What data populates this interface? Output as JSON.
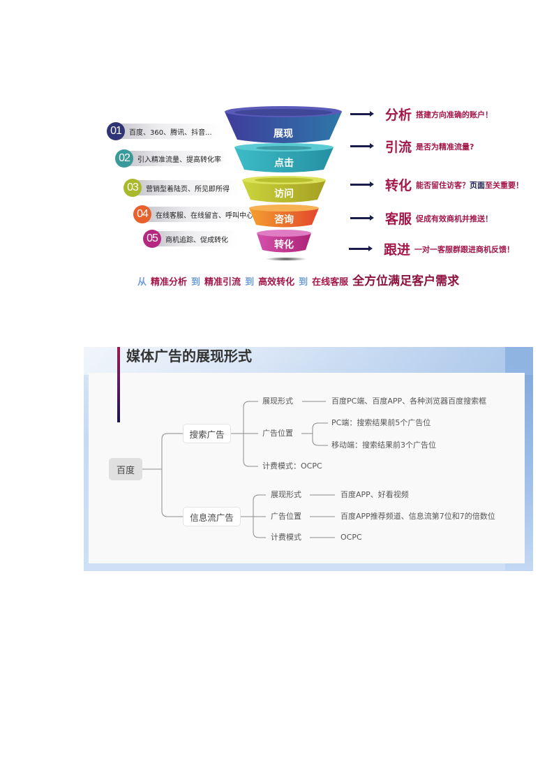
{
  "funnel": {
    "steps": [
      {
        "num": "01",
        "text": "百度、360、腾讯、抖音...",
        "color": "#2f3477"
      },
      {
        "num": "02",
        "text": "引入精准流量、提高转化率",
        "color": "#3a9a9a"
      },
      {
        "num": "03",
        "text": "营销型着陆页、所见即所得",
        "color": "#a9b92a"
      },
      {
        "num": "04",
        "text": "在线客服、在线留言、呼叫中心",
        "color": "#e8612c"
      },
      {
        "num": "05",
        "text": "商机追踪、促成转化",
        "color": "#b4287f"
      }
    ],
    "layers": [
      {
        "label": "展现",
        "color_top": "#4b4aa8",
        "color_bottom": "#2f6aa0"
      },
      {
        "label": "点击",
        "color_top": "#3bb4c0",
        "color_bottom": "#2a93a3"
      },
      {
        "label": "访问",
        "color_top": "#c8d23a",
        "color_bottom": "#a9a624"
      },
      {
        "label": "咨询",
        "color_top": "#f29a2e",
        "color_bottom": "#e0522e"
      },
      {
        "label": "转化",
        "color_top": "#d14aa8",
        "color_bottom": "#b0287a"
      }
    ],
    "outcomes": [
      {
        "key": "分析",
        "desc": "搭建方向准确的账户！",
        "desc_dark": "",
        "desc_tail": ""
      },
      {
        "key": "引流",
        "desc": "是否为精准流量?",
        "desc_dark": "",
        "desc_tail": ""
      },
      {
        "key": "转化",
        "desc": "能否留住访客？",
        "desc_dark": "页面",
        "desc_tail": "至关重要！"
      },
      {
        "key": "客服",
        "desc": "促成有效商机并推送！",
        "desc_dark": "",
        "desc_tail": ""
      },
      {
        "key": "跟进",
        "desc": "一对一客服群跟进商机反馈！",
        "desc_dark": "",
        "desc_tail": ""
      }
    ],
    "tagline": {
      "from": "从",
      "p1": "精准分析",
      "to1": "到",
      "p2": "精准引流",
      "to2": "到",
      "p3": "高效转化",
      "to3": "到",
      "p4": "在线客服",
      "big": "全方位满足客户需求"
    },
    "colors": {
      "accent": "#a3164a",
      "arrow": "#1a1c4e",
      "connector": "#6f9ed8"
    }
  },
  "mindmap": {
    "title": "媒体广告的展现形式",
    "root": "百度",
    "branches": [
      {
        "label": "搜索广告",
        "children": [
          {
            "label": "展现形式",
            "value": "百度PC端、百度APP、各种浏览器百度搜索框"
          },
          {
            "label": "广告位置",
            "sub": [
              "PC端：搜索结果前5个广告位",
              "移动端：搜索结果前3个广告位"
            ]
          },
          {
            "label": "计费模式：OCPC"
          }
        ]
      },
      {
        "label": "信息流广告",
        "children": [
          {
            "label": "展现形式",
            "value": "百度APP、好看视频"
          },
          {
            "label": "广告位置",
            "value": "百度APP推荐频道、信息流第7位和7的倍数位"
          },
          {
            "label": "计费模式",
            "value": "OCPC"
          }
        ]
      }
    ]
  }
}
